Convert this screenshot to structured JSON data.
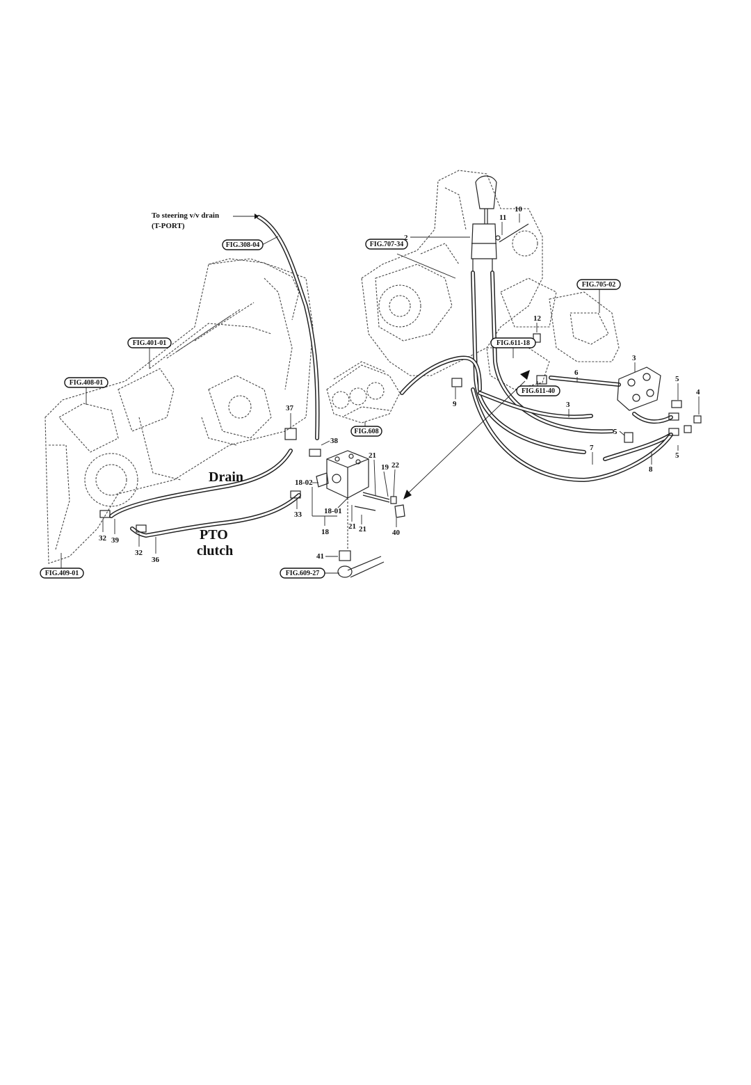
{
  "note_steering": {
    "line1": "To steering v/v drain",
    "line2": "(T-PORT)"
  },
  "fig_tags": [
    "FIG.308-04",
    "FIG.401-01",
    "FIG.408-01",
    "FIG.409-01",
    "FIG.608",
    "FIG.609-27",
    "FIG.707-34",
    "FIG.705-02",
    "FIG.611-18",
    "FIG.611-40"
  ],
  "callouts": {
    "c2": "2",
    "c10": "10",
    "c11": "11",
    "c12": "12",
    "c3a": "3",
    "c3b": "3",
    "c4": "4",
    "c5a": "5",
    "c5b": "5",
    "c5c": "5",
    "c6": "6",
    "c7": "7",
    "c8": "8",
    "c9": "9",
    "c18": "18",
    "c18_01": "18-01",
    "c18_02": "18-02",
    "c19": "19",
    "c21a": "21",
    "c21b": "21",
    "c21c": "21",
    "c22": "22",
    "c32a": "32",
    "c32b": "32",
    "c33": "33",
    "c36": "36",
    "c37": "37",
    "c38": "38",
    "c39": "39",
    "c40": "40",
    "c41": "41"
  },
  "hose_labels": {
    "drain": "Drain",
    "pto_line1": "PTO",
    "pto_line2": "clutch"
  }
}
